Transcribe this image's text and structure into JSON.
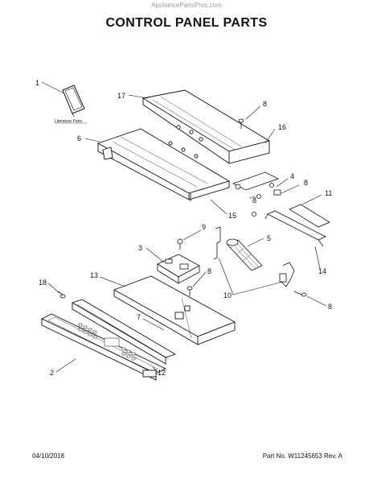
{
  "header": {
    "watermark": "AppliancePartsPros.com",
    "title": "CONTROL PANEL PARTS"
  },
  "literature": {
    "caption": "Literature Parts"
  },
  "callouts": {
    "c1": "1",
    "c17": "17",
    "c8a": "8",
    "c16": "16",
    "c6": "6",
    "c4": "4",
    "c8b": "8",
    "c8c": "8",
    "c11": "11",
    "c15": "15",
    "c9": "9",
    "c5": "5",
    "c3": "3",
    "c8d": "8",
    "c14": "14",
    "c13": "13",
    "c18": "18",
    "c10": "10",
    "c8e": "8",
    "c7": "7",
    "c12": "12",
    "c2": "2"
  },
  "footer": {
    "date": "04/10/2018",
    "part_info": "Part No.   W11245653   Rev.  A"
  }
}
